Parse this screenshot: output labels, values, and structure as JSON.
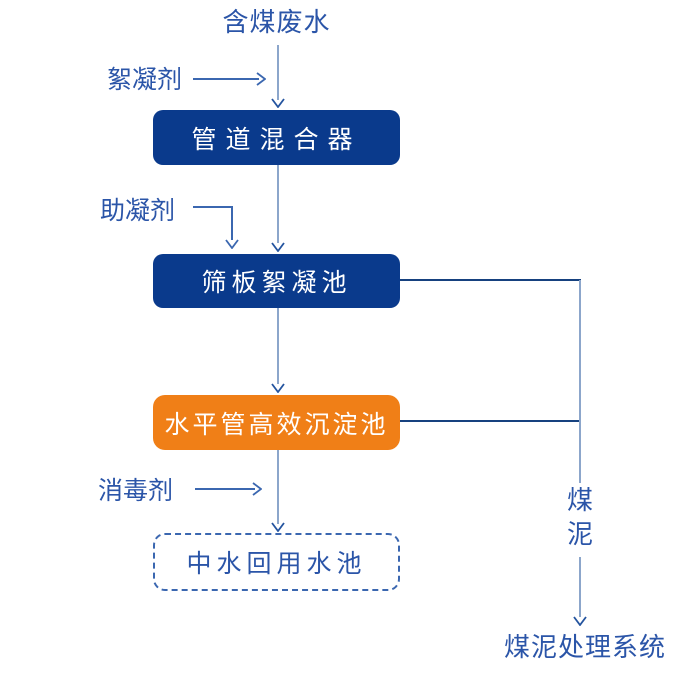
{
  "diagram": {
    "title": "含煤废水",
    "inputs": {
      "flocculant": "絮凝剂",
      "coagulant_aid": "助凝剂",
      "disinfectant": "消毒剂"
    },
    "nodes": {
      "pipe_mixer": "管道混合器",
      "sieve_plate_flocculation_tank": "筛板絮凝池",
      "horizontal_tube_sedimentation_tank": "水平管高效沉淀池",
      "reclaimed_water_reuse_tank": "中水回用水池"
    },
    "branch": {
      "slime_label": "煤泥",
      "slime_treatment_system": "煤泥处理系统"
    }
  },
  "colors": {
    "node_navy": "#0a3a8c",
    "node_orange": "#f07f17",
    "text_blue": "#2b55a8",
    "line_steel": "#8ca6cb",
    "line_navy": "#16417f",
    "line_mid": "#3b67b0",
    "node_text": "#ffffff"
  }
}
